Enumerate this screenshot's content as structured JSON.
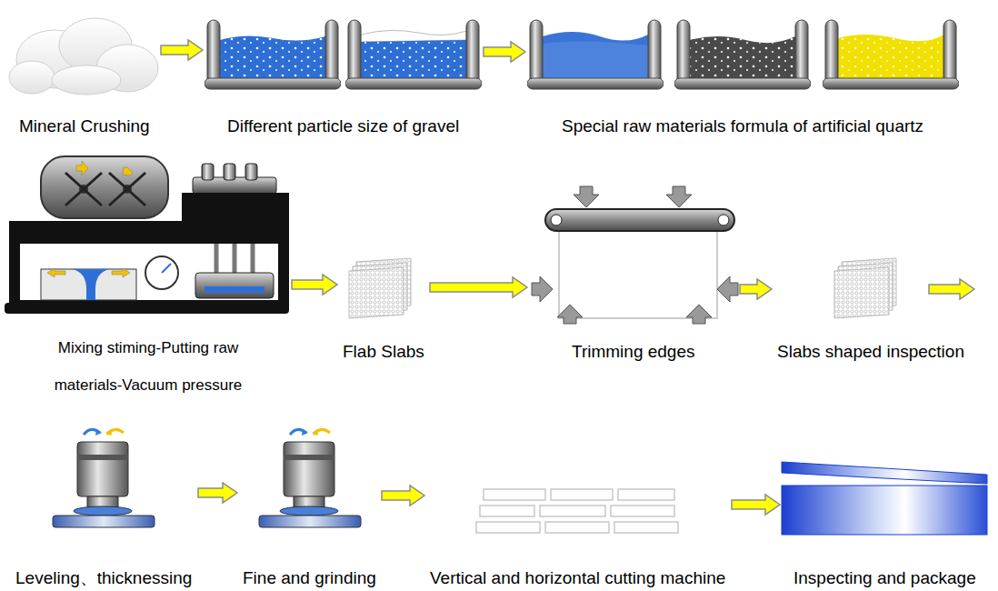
{
  "diagram": {
    "nodes": [
      {
        "text": [
          "Mineral Crushing"
        ]
      },
      {
        "text": [
          "Different particle size of gravel"
        ]
      },
      {
        "text": [
          "Special raw materials formula of artificial quartz"
        ]
      },
      {
        "text": [
          "Mixing stiming-Putting raw materials-Vacuum pressure"
        ]
      },
      {
        "text": [
          "Flab Slabs"
        ]
      },
      {
        "text": [
          "Trimming edges"
        ]
      },
      {
        "text": [
          "Slabs shaped inspection"
        ]
      },
      {
        "text": [
          "Leveling、thicknessing"
        ]
      },
      {
        "text": [
          "Fine and grinding"
        ]
      },
      {
        "text": [
          "Vertical and horizontal cutting machine"
        ]
      },
      {
        "text": [
          "Inspecting and package"
        ]
      }
    ],
    "edges": [
      {
        "from": 0,
        "to": 1,
        "arrow": "to"
      },
      {
        "from": 1,
        "to": 2,
        "arrow": "to"
      },
      {
        "from": 3,
        "to": 4,
        "arrow": "to"
      },
      {
        "from": 4,
        "to": 5,
        "arrow": "to"
      },
      {
        "from": 5,
        "to": 6,
        "arrow": "to"
      },
      {
        "from": 7,
        "to": 8,
        "arrow": "to"
      },
      {
        "from": 8,
        "to": 9,
        "arrow": "to"
      },
      {
        "from": 9,
        "to": 10,
        "arrow": "to"
      }
    ]
  }
}
